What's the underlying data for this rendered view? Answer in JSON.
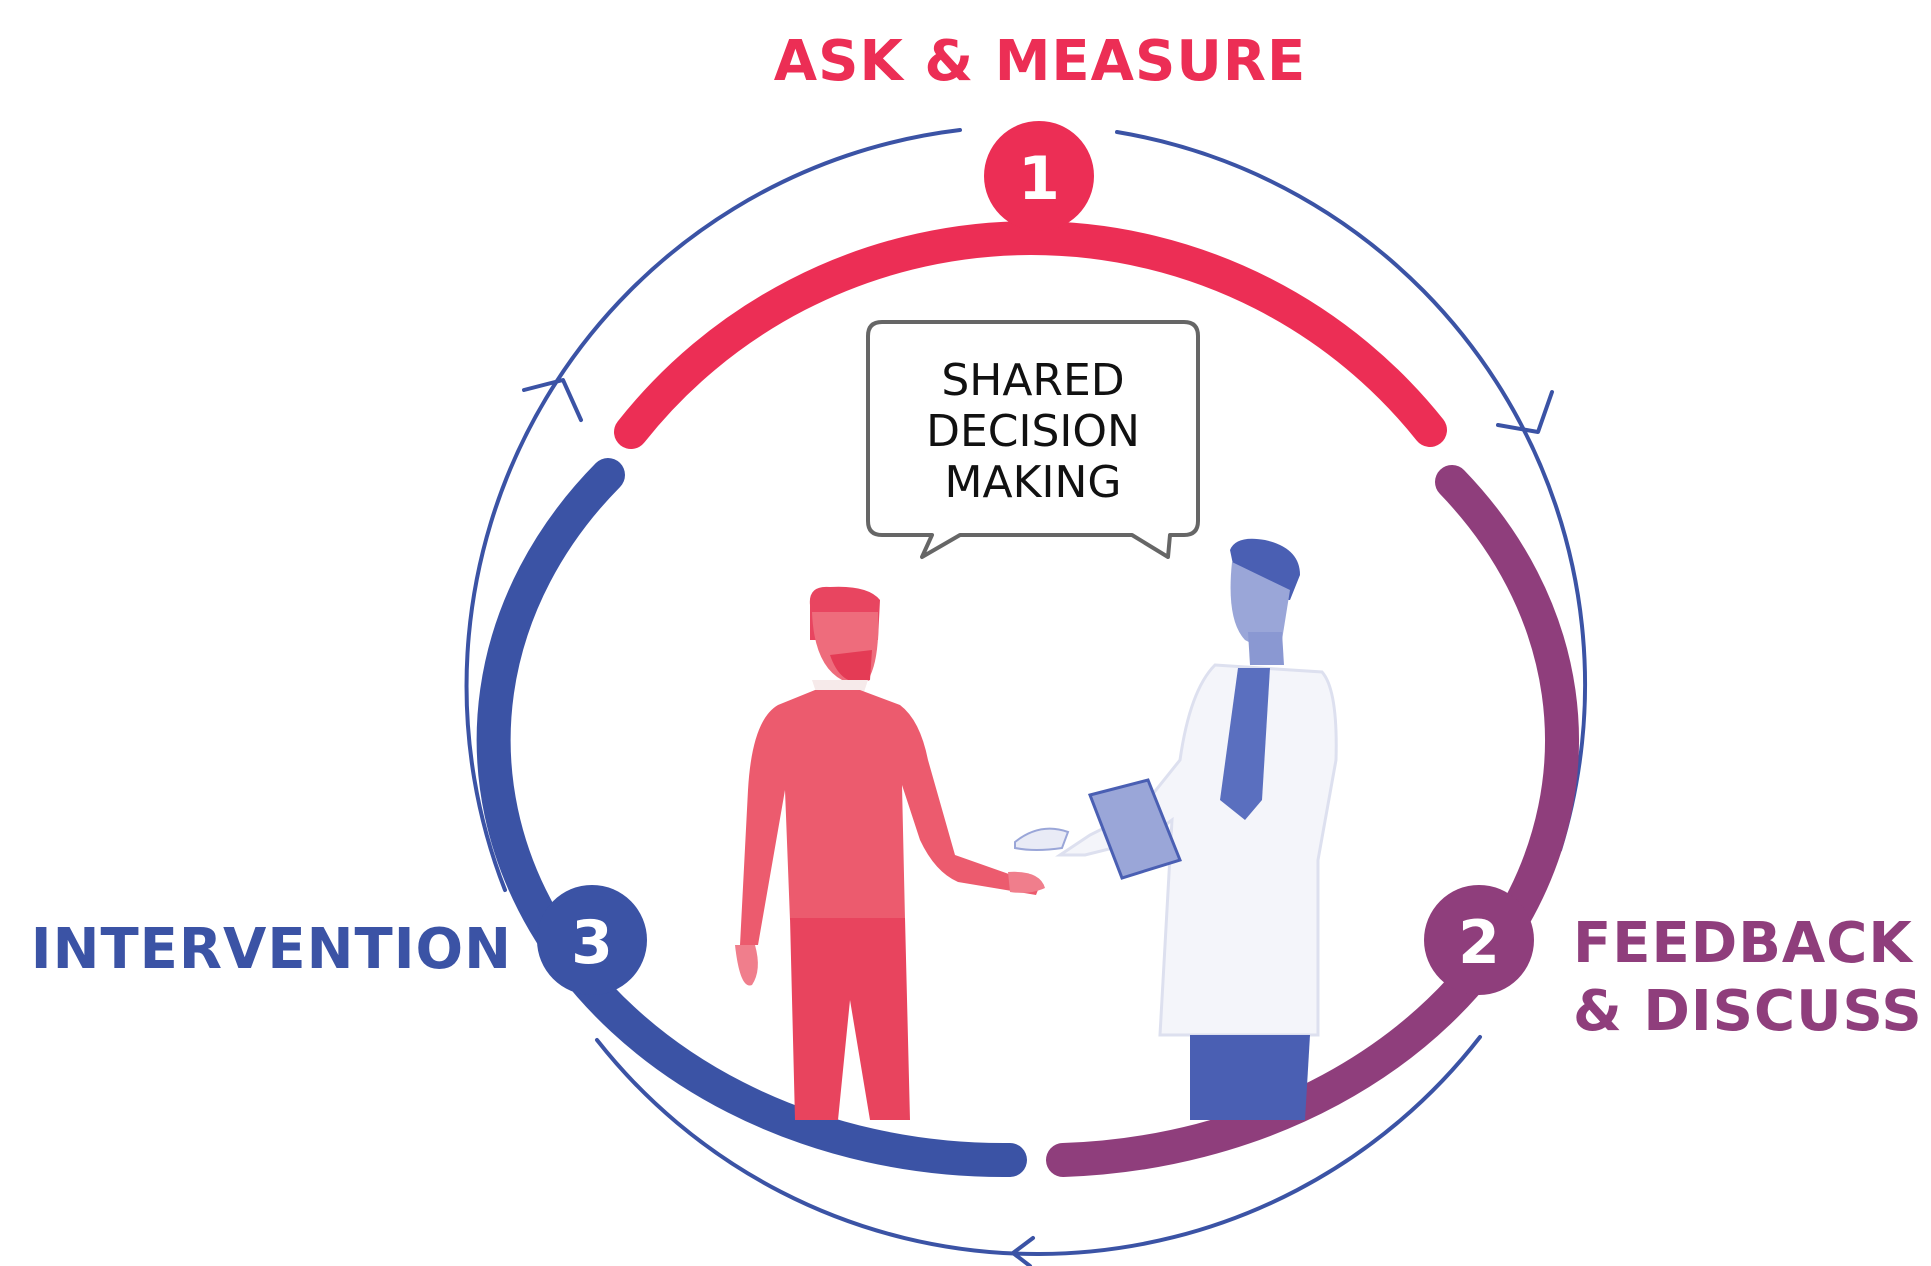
{
  "diagram": {
    "center_bubble": {
      "lines": [
        "SHARED",
        "DECISION",
        "MAKING"
      ]
    },
    "stages": [
      {
        "number": "1",
        "title_lines": [
          "ASK & MEASURE"
        ],
        "color": "#ec2e55"
      },
      {
        "number": "2",
        "title_lines": [
          "FEEDBACK",
          "& DISCUSS"
        ],
        "color": "#8f3e7c"
      },
      {
        "number": "3",
        "title_lines": [
          "INTERVENTION"
        ],
        "color": "#3b53a5"
      }
    ],
    "cycle_arrow_color": "#3b53a5",
    "figures": [
      {
        "role": "patient",
        "color": "#ec5b6e"
      },
      {
        "role": "doctor",
        "coat_color": "#f4f5fa",
        "accent_color": "#5a6fbf"
      }
    ]
  }
}
